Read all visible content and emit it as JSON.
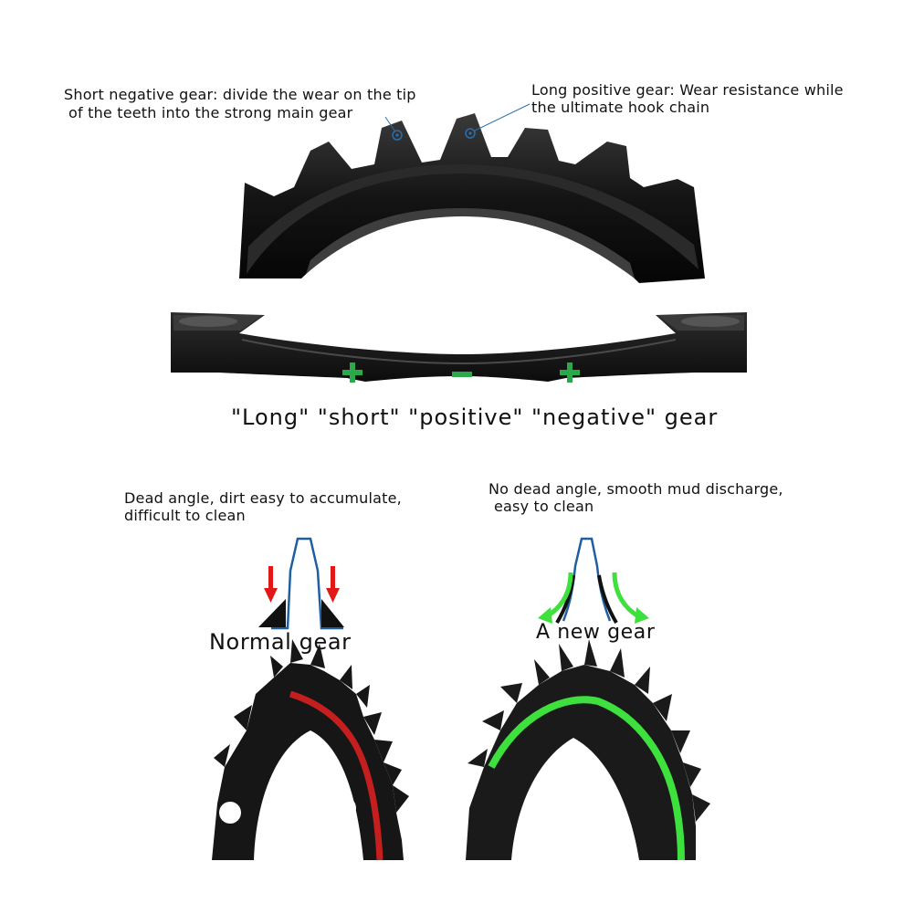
{
  "annotations": {
    "short_negative_line1": "Short negative gear: divide the wear on the tip",
    "short_negative_line2": "of the teeth into the strong main gear",
    "long_positive_line1": "Long positive gear: Wear resistance while",
    "long_positive_line2": "the ultimate hook chain"
  },
  "headline": "\"Long\" \"short\" \"positive\" \"negative\" gear",
  "comparison": {
    "left": {
      "note_line1": "Dead angle, dirt easy to accumulate,",
      "note_line2": "difficult to clean",
      "label": "Normal gear",
      "accent_color": "#d62020"
    },
    "right": {
      "note_line1": "No dead angle, smooth mud discharge,",
      "note_line2": "easy to clean",
      "label": "A new gear",
      "accent_color": "#33dd33"
    }
  },
  "colors": {
    "gear_body": "#1b1b1b",
    "tooth_outline": "#1f5fa0",
    "plus_green": "#2aa84a"
  },
  "icons": [
    "plus-sign-icon",
    "minus-sign-icon",
    "down-arrow-icon",
    "curved-arrow-icon"
  ]
}
